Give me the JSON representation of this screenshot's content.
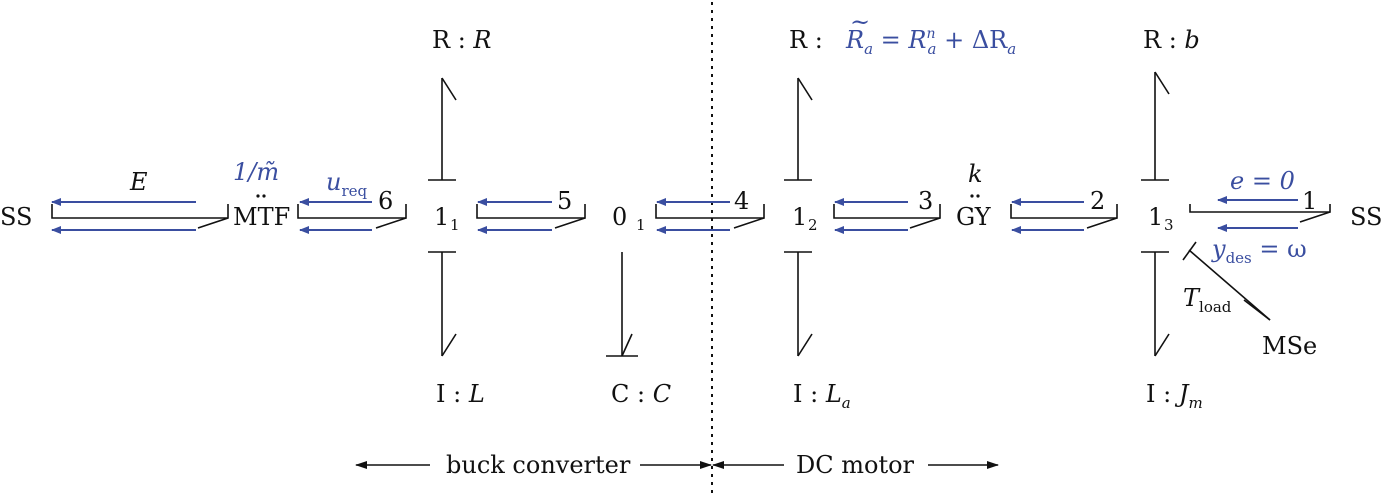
{
  "nodes": {
    "ss_left": "SS",
    "mtf": "MTF",
    "one_1": "1",
    "one_1_sub": "1",
    "zero_1": "0",
    "zero_1_sub": "1",
    "one_2": "1",
    "one_2_sub": "2",
    "gy": "GY",
    "one_3": "1",
    "one_3_sub": "3",
    "ss_right": "SS",
    "mse": "MSe"
  },
  "elements": {
    "r_top_1_prefix": "R : ",
    "r_top_1_value": "R",
    "r_top_2_prefix": "R  : ",
    "r_top_2_tilde": "~",
    "r_top_2_R": "R",
    "r_top_2_sub": "a",
    "r_top_2_eq": " = ",
    "r_top_2_R2": "R",
    "r_top_2_sup": "n",
    "r_top_2_sub2": "a",
    "r_top_2_plus": " + ΔR",
    "r_top_2_sub3": "a",
    "r_top_3_prefix": "R : ",
    "r_top_3_value": "b",
    "i_bot_1_prefix": "I  : ",
    "i_bot_1_value": "L",
    "c_bot_prefix": "C : ",
    "c_bot_value": "C",
    "i_bot_2_prefix": "I  : ",
    "i_bot_2_value": "L",
    "i_bot_2_sub": "a",
    "i_bot_3_prefix": "I  : ",
    "i_bot_3_value": "J",
    "i_bot_3_sub": "m"
  },
  "bond_labels": {
    "e_label": "E",
    "m_label": "1/m̃",
    "u_label": "u",
    "u_sub": "req",
    "b6": "6",
    "b5": "5",
    "b4": "4",
    "b3": "3",
    "b2": "2",
    "b1": "1",
    "k_label": "k",
    "e_zero": "e = 0",
    "y_label": "y",
    "y_sub": "des",
    "y_eq": " = ω",
    "t_label": "T",
    "t_sub": "load"
  },
  "sections": {
    "left": "buck converter",
    "right": "DC motor"
  },
  "colors": {
    "ink": "#111111",
    "signal": "#3a4ea0"
  }
}
